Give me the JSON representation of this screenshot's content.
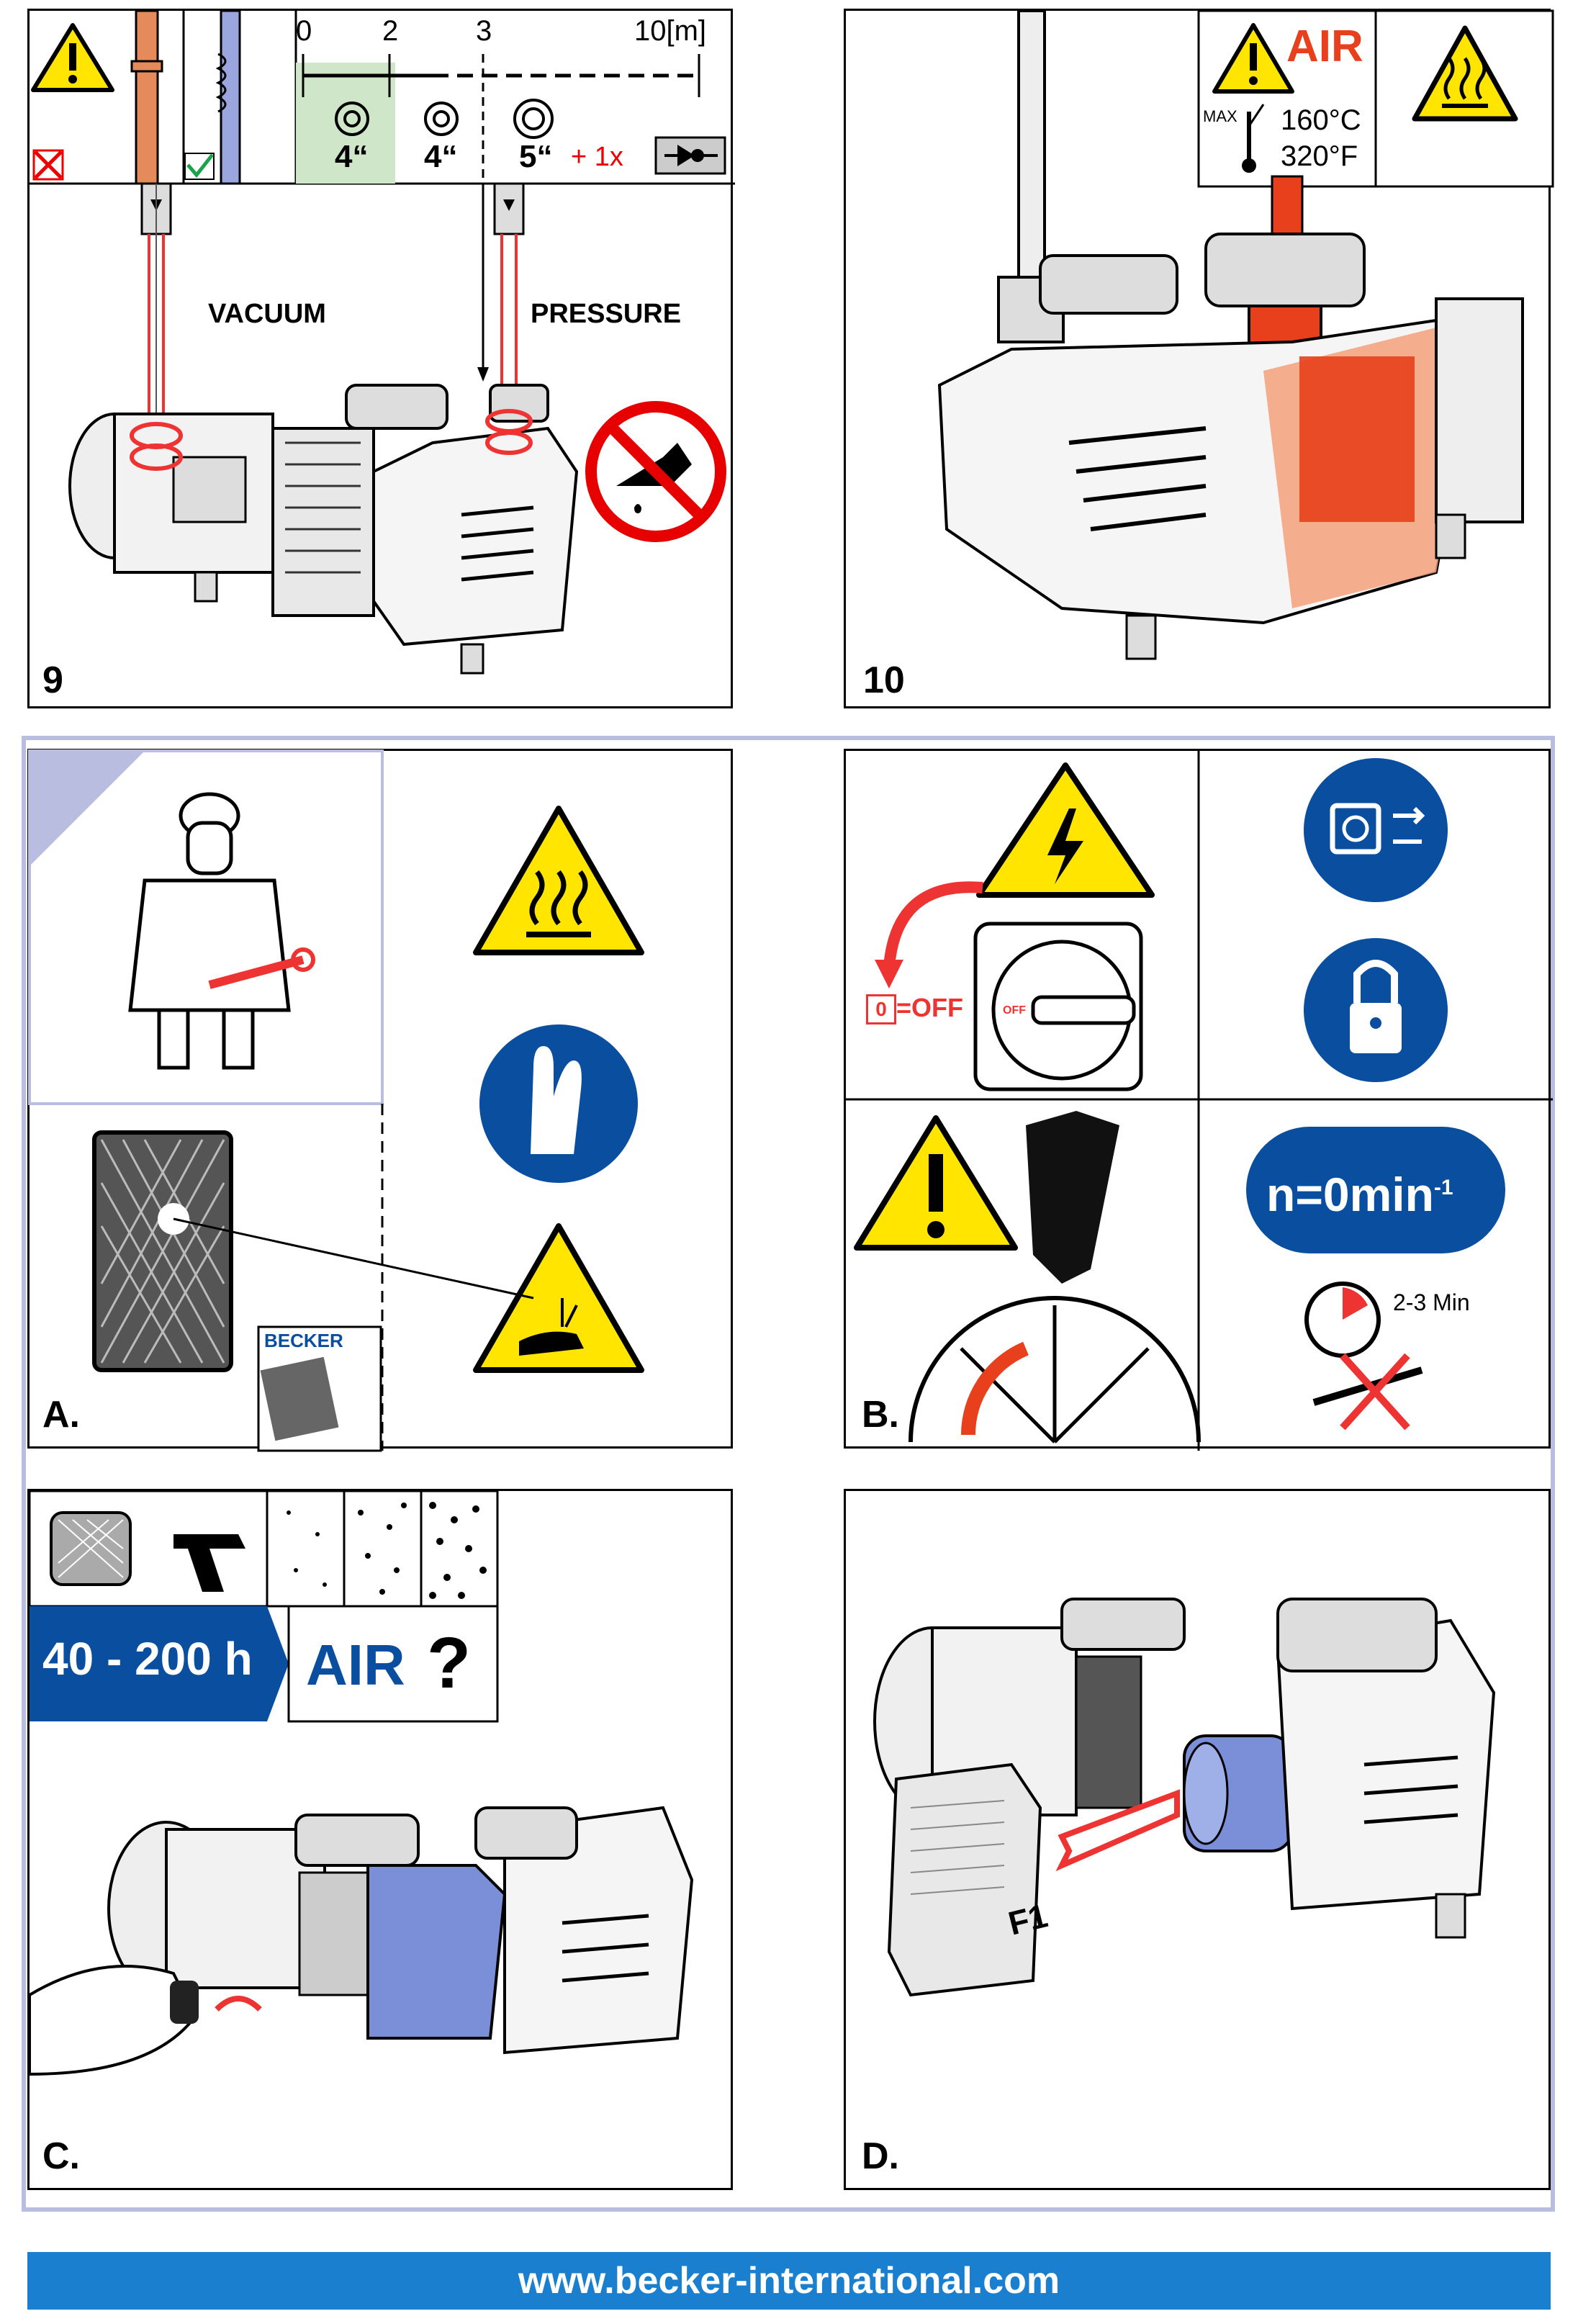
{
  "panel9": {
    "number": "9",
    "scale_ticks": [
      "0",
      "2",
      "3",
      "10[m]"
    ],
    "pipe_sizes": [
      "4“",
      "4“",
      "5“"
    ],
    "extra": "+ 1x",
    "vacuum_label": "VACUUM",
    "pressure_label": "PRESSURE"
  },
  "panel10": {
    "number": "10",
    "air_label": "AIR",
    "max_label": "MAX",
    "temp_c": "160°C",
    "temp_f": "320°F"
  },
  "panelA": {
    "letter": "A.",
    "brand": "BECKER"
  },
  "panelB": {
    "letter": "B.",
    "off_label": "=OFF",
    "off_zero": "0",
    "switch_text": "OFF",
    "speed_label": "n=0min",
    "speed_sup": "-1",
    "wait_time": "2-3 Min"
  },
  "panelC": {
    "letter": "C.",
    "interval": "40 - 200 h",
    "air_label": "AIR",
    "question": "?"
  },
  "panelD": {
    "letter": "D.",
    "filter_label": "F1"
  },
  "footer": {
    "url": "www.becker-international.com"
  },
  "colors": {
    "footer_blue": "#1a7fcf",
    "warn_yellow": "#ffe500",
    "mandatory_blue": "#0a4ea0",
    "hot_red": "#e8401c",
    "filter_blue": "#7a8fd8"
  },
  "icons": [
    "warning-triangle-icon",
    "hot-surface-icon",
    "gloves-icon",
    "electric-hazard-icon",
    "unplug-icon",
    "padlock-icon",
    "timer-icon",
    "wrench-icon",
    "no-oil-icon",
    "check-valve-icon"
  ]
}
